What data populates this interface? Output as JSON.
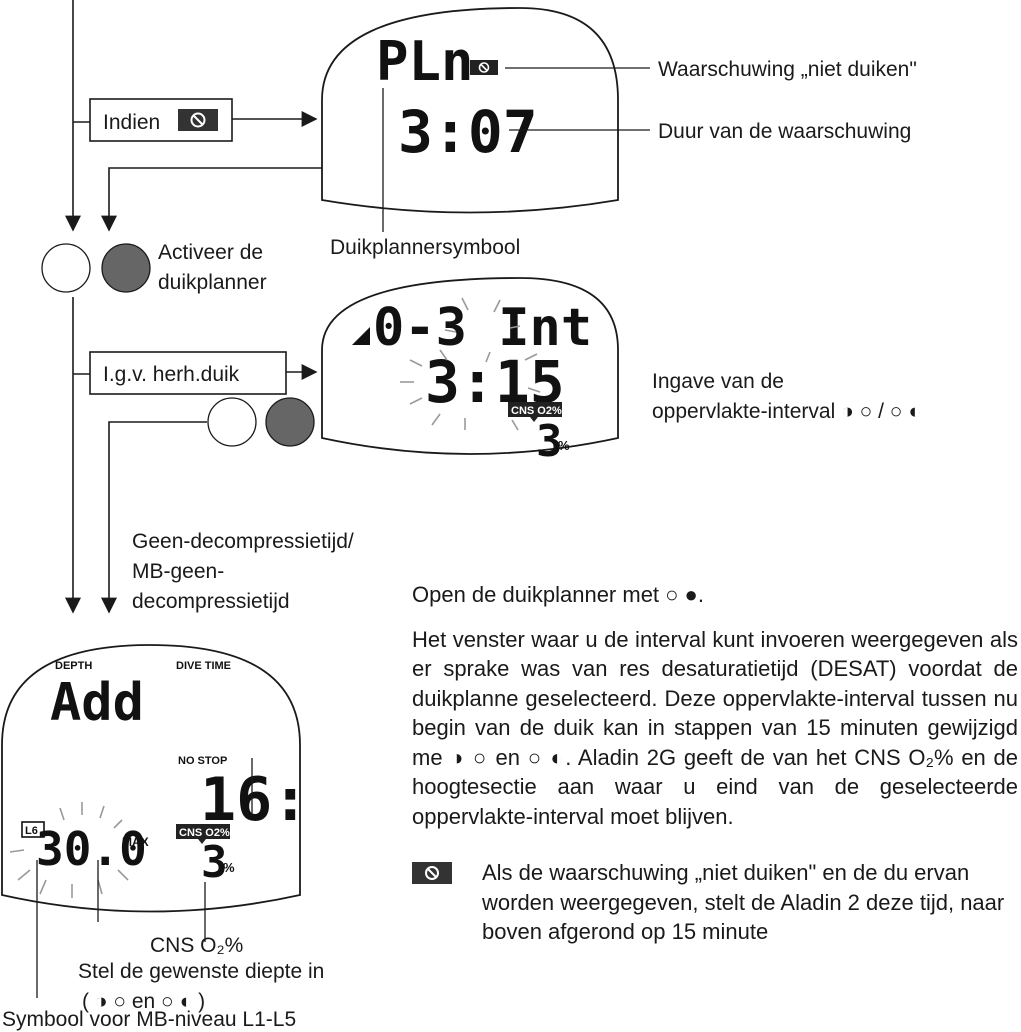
{
  "left_flow": {
    "indien_box": "Indien",
    "activeer_label": [
      "Activeer de",
      "duikplanner"
    ],
    "herh_box": "I.g.v. herh.duik"
  },
  "screen1": {
    "display_top": "PLn",
    "display_time": "3:07",
    "callout_warning": "Waarschuwing „niet duiken\"",
    "callout_duration": "Duur van de waarschuwing",
    "callout_symbol": "Duikplannersymbool"
  },
  "screen2": {
    "display_top": "0-3 Int",
    "display_time": "3:15",
    "cns_tag": "CNS O2%",
    "cns_value": "3",
    "cns_unit": "%",
    "callout_line1": "Ingave van de",
    "callout_line2": "oppervlakte-interval ◑ ○ / ○ ◐"
  },
  "screen3": {
    "depth_label": "DEPTH",
    "dive_time_label": "DIVE TIME",
    "display_mode": "Add",
    "no_stop_label": "NO STOP",
    "no_stop_value": "16:",
    "cns_tag": "CNS O2%",
    "cns_value": "3",
    "cns_unit": "%",
    "depth_value": "30.0",
    "max_label": "MAX",
    "mb_symbol": "L6",
    "callout_ndl_1": "Geen-decompressietijd/",
    "callout_ndl_2": "MB-geen-",
    "callout_ndl_3": "decompressietijd",
    "callout_cns": "CNS O₂%",
    "callout_depth_1": "Stel de gewenste diepte in",
    "callout_depth_2": "( ◑ ○ en ○ ◐ )",
    "callout_mb": "Symbool voor MB-niveau L1-L5"
  },
  "text": {
    "open_line": "Open de duikplanner met ○ ●.",
    "paragraph": "Het venster waar u de interval kunt invoeren weergegeven als er sprake was van res desaturatietijd (DESAT) voordat de duikplanne geselecteerd. Deze oppervlakte-interval tussen nu begin van de duik kan in stappen van 15 minuten gewijzigd me ◑ ○ en ○ ◐. Aladin 2G geeft de van het CNS O₂% en de hoogtesectie aan waar u eind van de geselecteerde oppervlakte-interval moet blijven.",
    "warning_note": "Als de waarschuwing „niet duiken\" en de du ervan worden weergegeven, stelt de Aladin 2 deze tijd, naar boven afgerond op 15 minute"
  },
  "colors": {
    "button_dark": "#666666",
    "ink": "#1a1a1a",
    "warning_icon_bg": "#333333"
  }
}
